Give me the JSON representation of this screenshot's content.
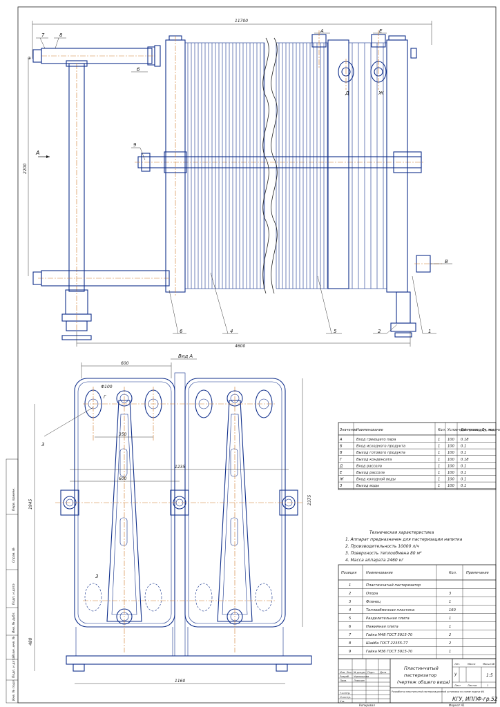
{
  "drawing": {
    "front_view": {
      "dim_total_width": "11700",
      "dim_base": "4600",
      "dim_height": "2200",
      "view_arrow": "А",
      "callouts": [
        "7",
        "8",
        "б",
        "9",
        "6",
        "4",
        "5",
        "2",
        "1",
        "А",
        "Е",
        "Д",
        "Ж",
        "В"
      ]
    },
    "side_view": {
      "title": "Вид А",
      "dim_top": "600",
      "dim_d": "Ф100",
      "dim_g": "Г",
      "dim_350": "350",
      "dim_1235": "1235",
      "dim_600_mid": "600",
      "dim_1945": "1945",
      "dim_2375": "2375",
      "dim_480": "480",
      "dim_bottom": "1160",
      "callout_3_top": "3",
      "callout_3_bottom": "3"
    }
  },
  "nozzle_table": {
    "headers": [
      "Значение",
      "Наименование",
      "Кол.",
      "Услов-ный проход Ду, мм",
      "Давление усл. подачи"
    ],
    "rows": [
      [
        "А",
        "Вход греющего пара",
        "1",
        "100",
        "0.18"
      ],
      [
        "Б",
        "Вход исходного продукта",
        "1",
        "100",
        "0.1"
      ],
      [
        "В",
        "Выход готового продукта",
        "1",
        "100",
        "0.1"
      ],
      [
        "Г",
        "Выход конденсата",
        "1",
        "100",
        "0.18"
      ],
      [
        "Д",
        "Вход рассола",
        "1",
        "100",
        "0.1"
      ],
      [
        "Е",
        "Выход рассола",
        "1",
        "100",
        "0.1"
      ],
      [
        "Ж",
        "Вход холодной воды",
        "1",
        "100",
        "0.1"
      ],
      [
        "З",
        "Выход воды",
        "1",
        "100",
        "0.1"
      ]
    ]
  },
  "tech_specs": {
    "title": "Техническая характеристика",
    "items": [
      "1. Аппарат предназначен для пастеризации напитка",
      "2. Производительность 10000 л/ч",
      "3. Поверхность теплообмена 80 м²",
      "4. Масса аппарата 2460 кг"
    ]
  },
  "parts_table": {
    "headers": [
      "Позиция",
      "Наименование",
      "Кол.",
      "Примечание"
    ],
    "rows": [
      [
        "1",
        "Пластинчатый пастеризатор",
        "",
        ""
      ],
      [
        "2",
        "Опора",
        "3",
        ""
      ],
      [
        "3",
        "Фланец",
        "1",
        ""
      ],
      [
        "4",
        "Теплообменная пластина",
        "160",
        ""
      ],
      [
        "5",
        "Разделительная плита",
        "1",
        ""
      ],
      [
        "6",
        "Нажимная плита",
        "1",
        ""
      ],
      [
        "7",
        "Гайка М48 ГОСТ 5915-70",
        "2",
        ""
      ],
      [
        "8",
        "Шайба ГОСТ 22355-77",
        "2",
        ""
      ],
      [
        "9",
        "Гайка М36 ГОСТ 5915-70",
        "1",
        ""
      ]
    ]
  },
  "title_block": {
    "name_line1": "Пластинчатый",
    "name_line2": "пастеризатор",
    "name_line3": "(чертеж общего вида)",
    "code": "КГУ, ИППФ-гр.52",
    "sheet_lit": "Лит.",
    "mass_label": "Масса",
    "scale_label": "Масштаб",
    "scale_value": "1:5",
    "sheet_label": "Лист",
    "sheets_label": "Листов",
    "sheets_value": "1",
    "letter": "у",
    "doc_name": "Разработка пластинчатой пастеризационной установки по схеме подачи Ф4",
    "roles": [
      "Изм. Лист",
      "№ докум.",
      "Подп.",
      "Дата",
      "Разраб.",
      "Пров.",
      "Т.контр.",
      "Н.контр.",
      "Утв."
    ],
    "developer": "Чернышова",
    "checker": "Ловкова",
    "copied": "Копировал",
    "format": "Формат А1"
  },
  "side_stamp": [
    "Перв. примен.",
    "Справ. №",
    "Подп. и дата",
    "Инв. № дубл.",
    "Взам. инв. №",
    "Подп. и дата",
    "Инв. № подл."
  ]
}
